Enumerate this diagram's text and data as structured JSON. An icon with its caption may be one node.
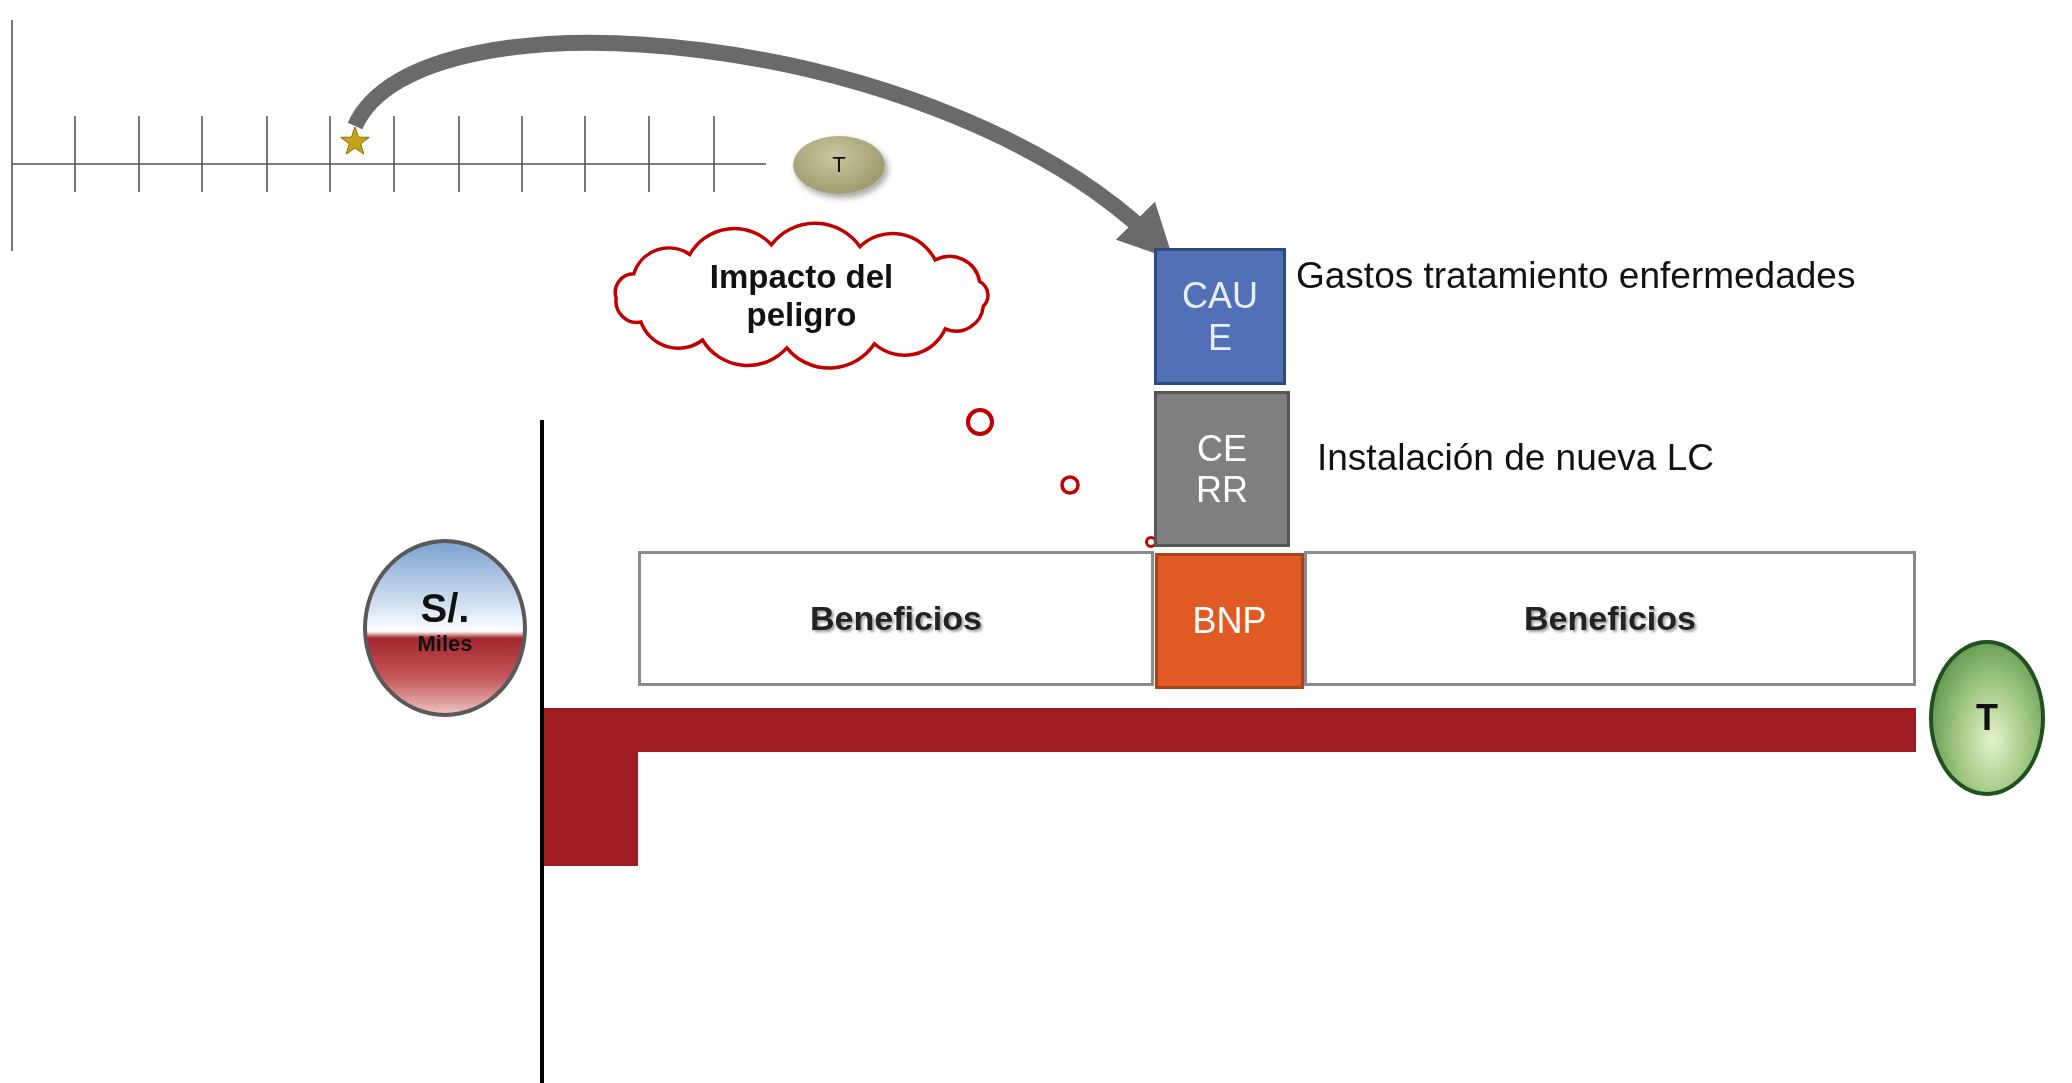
{
  "diagram": {
    "nodes": [
      {
        "text": [],
        "shape": "star"
      },
      {
        "text": [
          "T"
        ]
      },
      {
        "text": [
          "Impacto del peligro"
        ]
      },
      {
        "text": [
          "CAUE"
        ],
        "beside": [
          "Gastos tratamiento enfermedades"
        ]
      },
      {
        "text": [
          "CERR"
        ],
        "beside": [
          "Instalación de nueva LC"
        ]
      },
      {
        "text": [
          "S/.",
          "Miles"
        ]
      },
      {
        "text": [
          "Beneficios"
        ]
      },
      {
        "text": [
          "BNP"
        ]
      },
      {
        "text": [
          "Beneficios"
        ]
      },
      {
        "text": [
          "T"
        ]
      },
      {
        "text": [],
        "shape": "bar"
      }
    ],
    "edges": [
      {
        "from": 0,
        "to": 3,
        "arrow": "to"
      }
    ]
  }
}
